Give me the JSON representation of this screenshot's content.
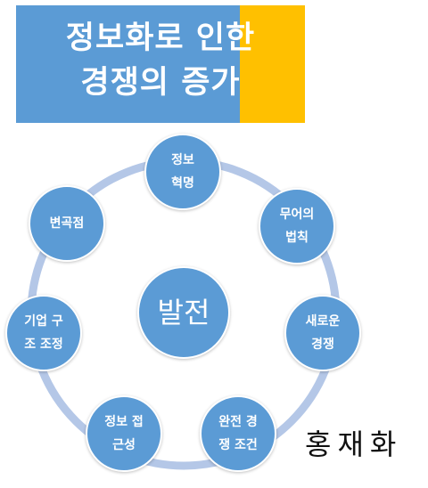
{
  "title": {
    "line1": "정보화로 인한",
    "line2": "경쟁의 증가"
  },
  "diagram": {
    "center": "발전",
    "nodes": [
      {
        "id": "info-revolution",
        "label": "정보\n혁명"
      },
      {
        "id": "moores-law",
        "label": "무어의\n법칙"
      },
      {
        "id": "new-competition",
        "label": "새로운\n경쟁"
      },
      {
        "id": "perfect-competition",
        "label": "완전 경\n쟁 조건"
      },
      {
        "id": "info-access",
        "label": "정보 접\n근성"
      },
      {
        "id": "restructuring",
        "label": "기업 구\n조 조정"
      },
      {
        "id": "turning-point",
        "label": "변곡점"
      }
    ],
    "colors": {
      "node": "#5b9bd5",
      "ring": "#b4c7e7",
      "title_blue": "#5b9bd5",
      "title_gold": "#ffc000"
    }
  },
  "author": "홍재화"
}
